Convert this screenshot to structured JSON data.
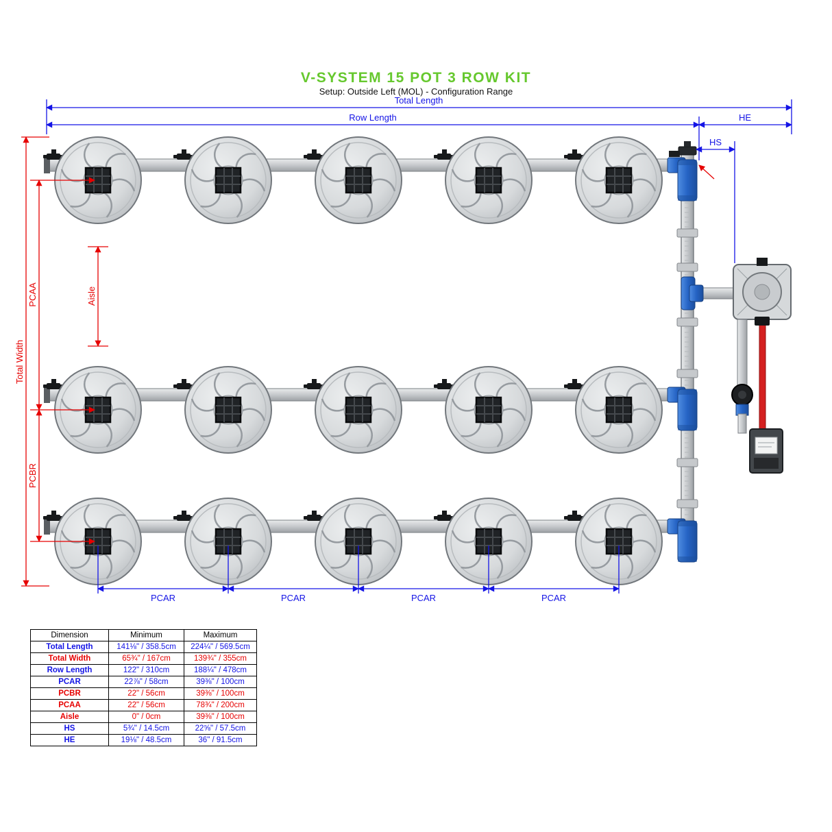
{
  "title": "V-SYSTEM 15 POT 3 ROW KIT",
  "subtitle": "Setup: Outside Left (MOL) - Configuration Range",
  "colors": {
    "title_green": "#66c82e",
    "dim_blue": "#1414e6",
    "dim_red": "#e60000",
    "pot_gray": "#d7dadc",
    "pipe_gray": "#c6c9cc",
    "fitting_blue": "#2563c4"
  },
  "labels": {
    "total_length": "Total Length",
    "row_length": "Row Length",
    "he": "HE",
    "hs": "HS",
    "total_width": "Total Width",
    "pcaa": "PCAA",
    "pcbr": "PCBR",
    "aisle": "Aisle",
    "pcar": "PCAR"
  },
  "table": {
    "headers": [
      "Dimension",
      "Minimum",
      "Maximum"
    ],
    "rows": [
      {
        "dimension": "Total Length",
        "min": "141⅛\" / 358.5cm",
        "max": "224¼\" / 569.5cm",
        "color": "blue"
      },
      {
        "dimension": "Total Width",
        "min": "65¾\" / 167cm",
        "max": "139¾\" / 355cm",
        "color": "red"
      },
      {
        "dimension": "Row Length",
        "min": "122\" / 310cm",
        "max": "188¼\" / 478cm",
        "color": "blue"
      },
      {
        "dimension": "PCAR",
        "min": "22⅞\" / 58cm",
        "max": "39⅜\" / 100cm",
        "color": "blue"
      },
      {
        "dimension": "PCBR",
        "min": "22\" / 56cm",
        "max": "39⅜\" / 100cm",
        "color": "red"
      },
      {
        "dimension": "PCAA",
        "min": "22\" / 56cm",
        "max": "78¾\" / 200cm",
        "color": "red"
      },
      {
        "dimension": "Aisle",
        "min": "0\" / 0cm",
        "max": "39⅜\" / 100cm",
        "color": "red"
      },
      {
        "dimension": "HS",
        "min": "5¾\" / 14.5cm",
        "max": "22⅝\" / 57.5cm",
        "color": "blue"
      },
      {
        "dimension": "HE",
        "min": "19⅛\" / 48.5cm",
        "max": "36\" / 91.5cm",
        "color": "blue"
      }
    ]
  }
}
